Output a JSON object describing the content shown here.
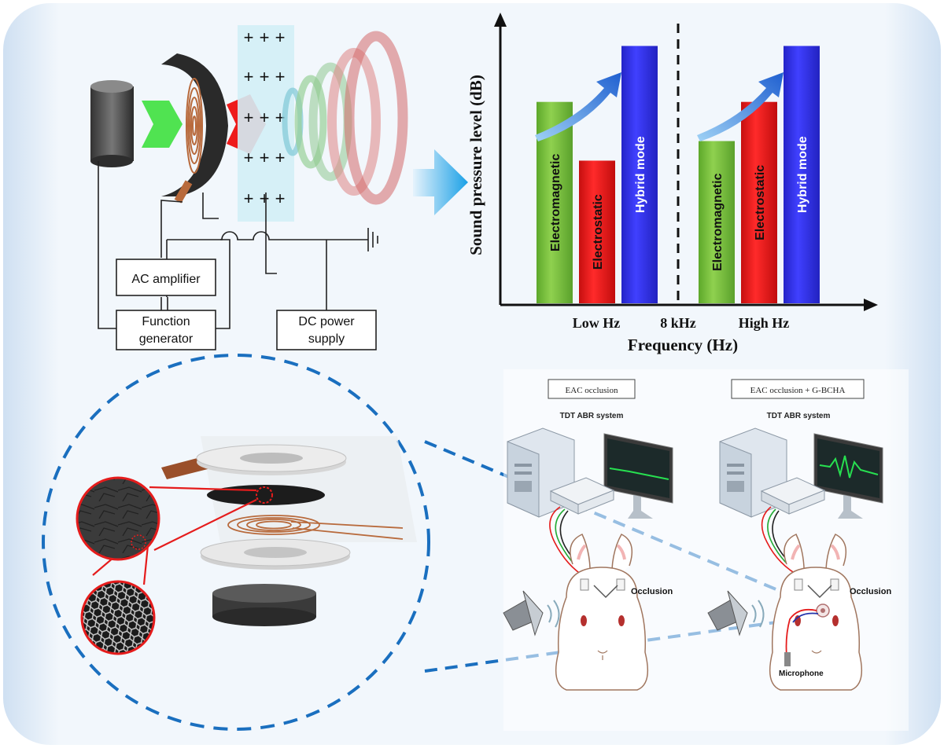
{
  "schematic": {
    "ac_amplifier": "AC amplifier",
    "function_generator_line1": "Function",
    "function_generator_line2": "generator",
    "dc_power_line1": "DC power",
    "dc_power_line2": "supply",
    "plus_sign": "+"
  },
  "chart_data": {
    "type": "bar",
    "ylabel": "Sound pressure level (dB)",
    "xlabel": "Frequency (Hz)",
    "tick_labels": [
      "Low Hz",
      "8 kHz",
      "High Hz"
    ],
    "divider_at": "8 kHz",
    "groups": [
      {
        "label": "Low Hz",
        "bars": [
          {
            "name": "Electromagnetic",
            "value": 0.72,
            "color": "#7cc242"
          },
          {
            "name": "Electrostatic",
            "value": 0.51,
            "color": "#e82020"
          },
          {
            "name": "Hybrid mode",
            "value": 0.92,
            "color": "#3232e6"
          }
        ]
      },
      {
        "label": "High Hz",
        "bars": [
          {
            "name": "Electromagnetic",
            "value": 0.58,
            "color": "#7cc242"
          },
          {
            "name": "Electrostatic",
            "value": 0.72,
            "color": "#e82020"
          },
          {
            "name": "Hybrid mode",
            "value": 0.92,
            "color": "#3232e6"
          }
        ]
      }
    ]
  },
  "experiment": {
    "left_box": "EAC occlusion",
    "right_box": "EAC occlusion + G-BCHA",
    "system_label": "TDT ABR system",
    "occlusion_label": "Occlusion",
    "microphone_label": "Microphone"
  },
  "colors": {
    "dashed_callout": "#1a6fbf",
    "highlight_red": "#e51c1c",
    "copper": "#b86a3c"
  }
}
